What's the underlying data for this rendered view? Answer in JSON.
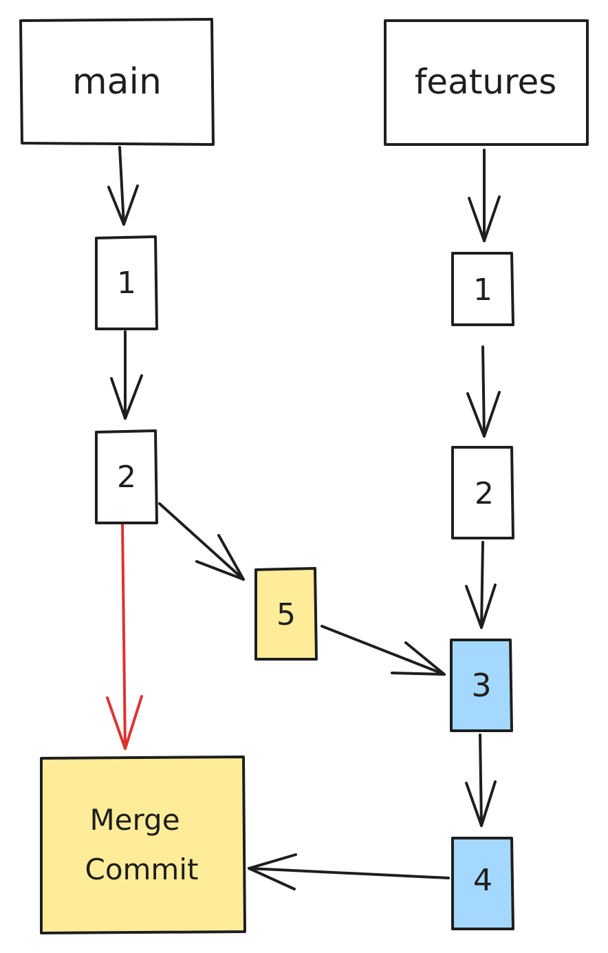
{
  "colors": {
    "stroke": "#1e1e1e",
    "background": "#ffffff",
    "yellow_fill": "#ffec99",
    "blue_fill": "#a5d8ff",
    "red_arrow": "#e03131"
  },
  "nodes": {
    "main": {
      "label": "main"
    },
    "features": {
      "label": "features"
    },
    "main_commit_1": {
      "label": "1"
    },
    "main_commit_2": {
      "label": "2"
    },
    "commit_5": {
      "label": "5"
    },
    "features_commit_1": {
      "label": "1"
    },
    "features_commit_2": {
      "label": "2"
    },
    "features_commit_3": {
      "label": "3"
    },
    "features_commit_4": {
      "label": "4"
    },
    "merge_commit": {
      "label_line1": "Merge",
      "label_line2": "Commit"
    }
  }
}
